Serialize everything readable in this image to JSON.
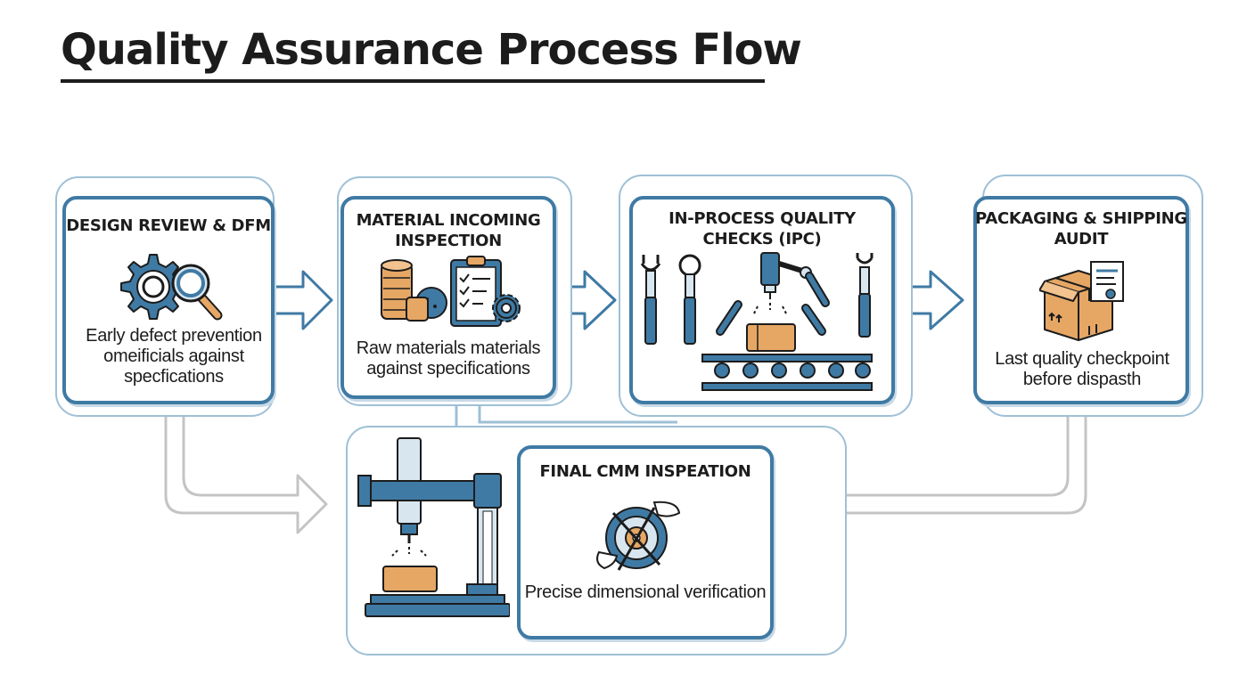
{
  "title": "Quality Assurance Process Flow",
  "colors": {
    "primary_blue": "#3f7aa4",
    "light_blue": "#9ec0d6",
    "accent_orange": "#e6a765",
    "ink": "#1c1c1c",
    "connector_gray": "#c4c4c4"
  },
  "stages": [
    {
      "id": "design-review",
      "title": "DESIGN REVIEW & DFM",
      "description": "Early defect prevention omeificials against specfications",
      "icons": [
        "gear-icon",
        "magnifier-icon"
      ]
    },
    {
      "id": "material-incoming",
      "title": "MATERIAL INCOMING INSPECTION",
      "description": "Raw materials materials against specifications",
      "icons": [
        "material-roll-icon",
        "clipboard-checklist-icon",
        "gear-icon"
      ]
    },
    {
      "id": "in-process",
      "title": "IN-PROCESS QUALITY CHECKS (IPC)",
      "description": "",
      "icons": [
        "wrench-icon",
        "robot-arm-icon",
        "conveyor-belt-icon"
      ]
    },
    {
      "id": "packaging",
      "title": "PACKAGING & SHIPPING AUDIT",
      "description": "Last quality checkpoint before dispasth",
      "icons": [
        "shipping-box-icon",
        "document-icon"
      ]
    },
    {
      "id": "final-cmm",
      "title": "FINAL CMM INSPEATION",
      "description": "Precise dimensional verification",
      "icons": [
        "cmm-machine-icon",
        "measurement-dial-icon"
      ]
    }
  ]
}
